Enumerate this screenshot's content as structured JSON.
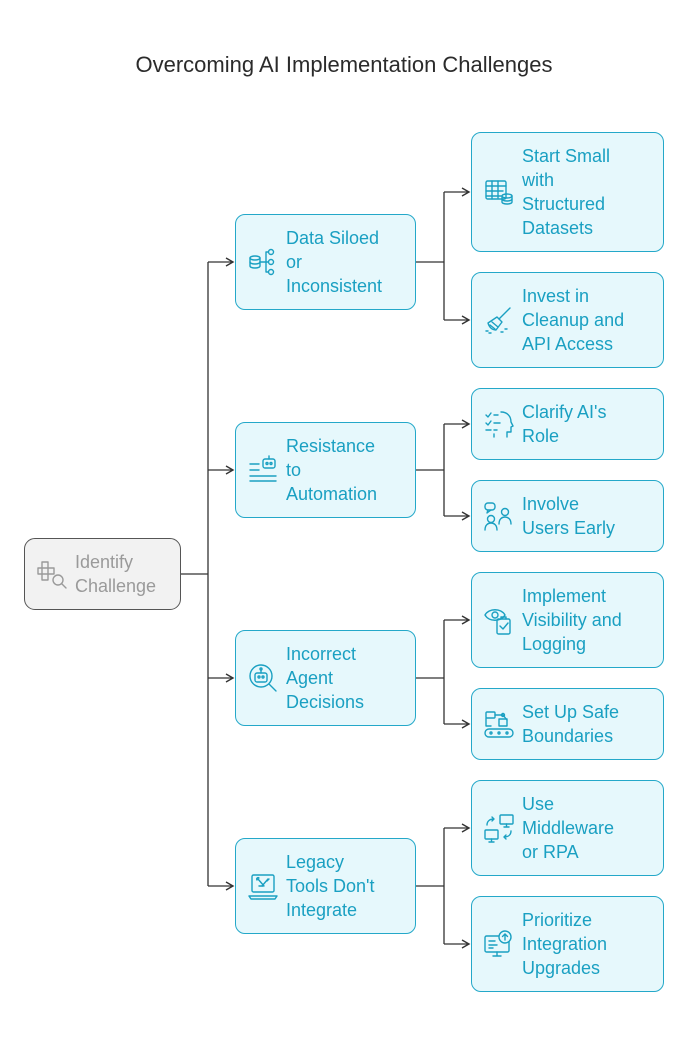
{
  "title": "Overcoming AI Implementation Challenges",
  "colors": {
    "accent": "#1aa0c2",
    "node_border": "#24a8c9",
    "node_fill": "#e6f8fc",
    "root_border": "#555555",
    "root_fill": "#f2f2f2",
    "root_text": "#9a9a9a",
    "wire": "#333333"
  },
  "root": {
    "label": "Identify\nChallenge",
    "icon": "puzzle-search-icon"
  },
  "challenges": [
    {
      "label": "Data Siloed\nor\nInconsistent",
      "icon": "database-network-icon",
      "solutions": [
        {
          "label": "Start Small\nwith\nStructured\nDatasets",
          "icon": "table-database-icon"
        },
        {
          "label": "Invest in\nCleanup and\nAPI Access",
          "icon": "broom-icon"
        }
      ]
    },
    {
      "label": "Resistance\nto\nAutomation",
      "icon": "robot-lines-icon",
      "solutions": [
        {
          "label": "Clarify AI's\nRole",
          "icon": "head-checklist-icon"
        },
        {
          "label": "Involve\nUsers Early",
          "icon": "users-chat-icon"
        }
      ]
    },
    {
      "label": "Incorrect\nAgent\nDecisions",
      "icon": "robot-search-icon",
      "solutions": [
        {
          "label": "Implement\nVisibility and\nLogging",
          "icon": "eye-log-icon"
        },
        {
          "label": "Set Up Safe\nBoundaries",
          "icon": "robot-arm-conveyor-icon"
        }
      ]
    },
    {
      "label": "Legacy\nTools Don't\nIntegrate",
      "icon": "laptop-tools-icon",
      "solutions": [
        {
          "label": "Use\nMiddleware\nor RPA",
          "icon": "computers-sync-icon"
        },
        {
          "label": "Prioritize\nIntegration\nUpgrades",
          "icon": "monitor-upgrade-icon"
        }
      ]
    }
  ]
}
